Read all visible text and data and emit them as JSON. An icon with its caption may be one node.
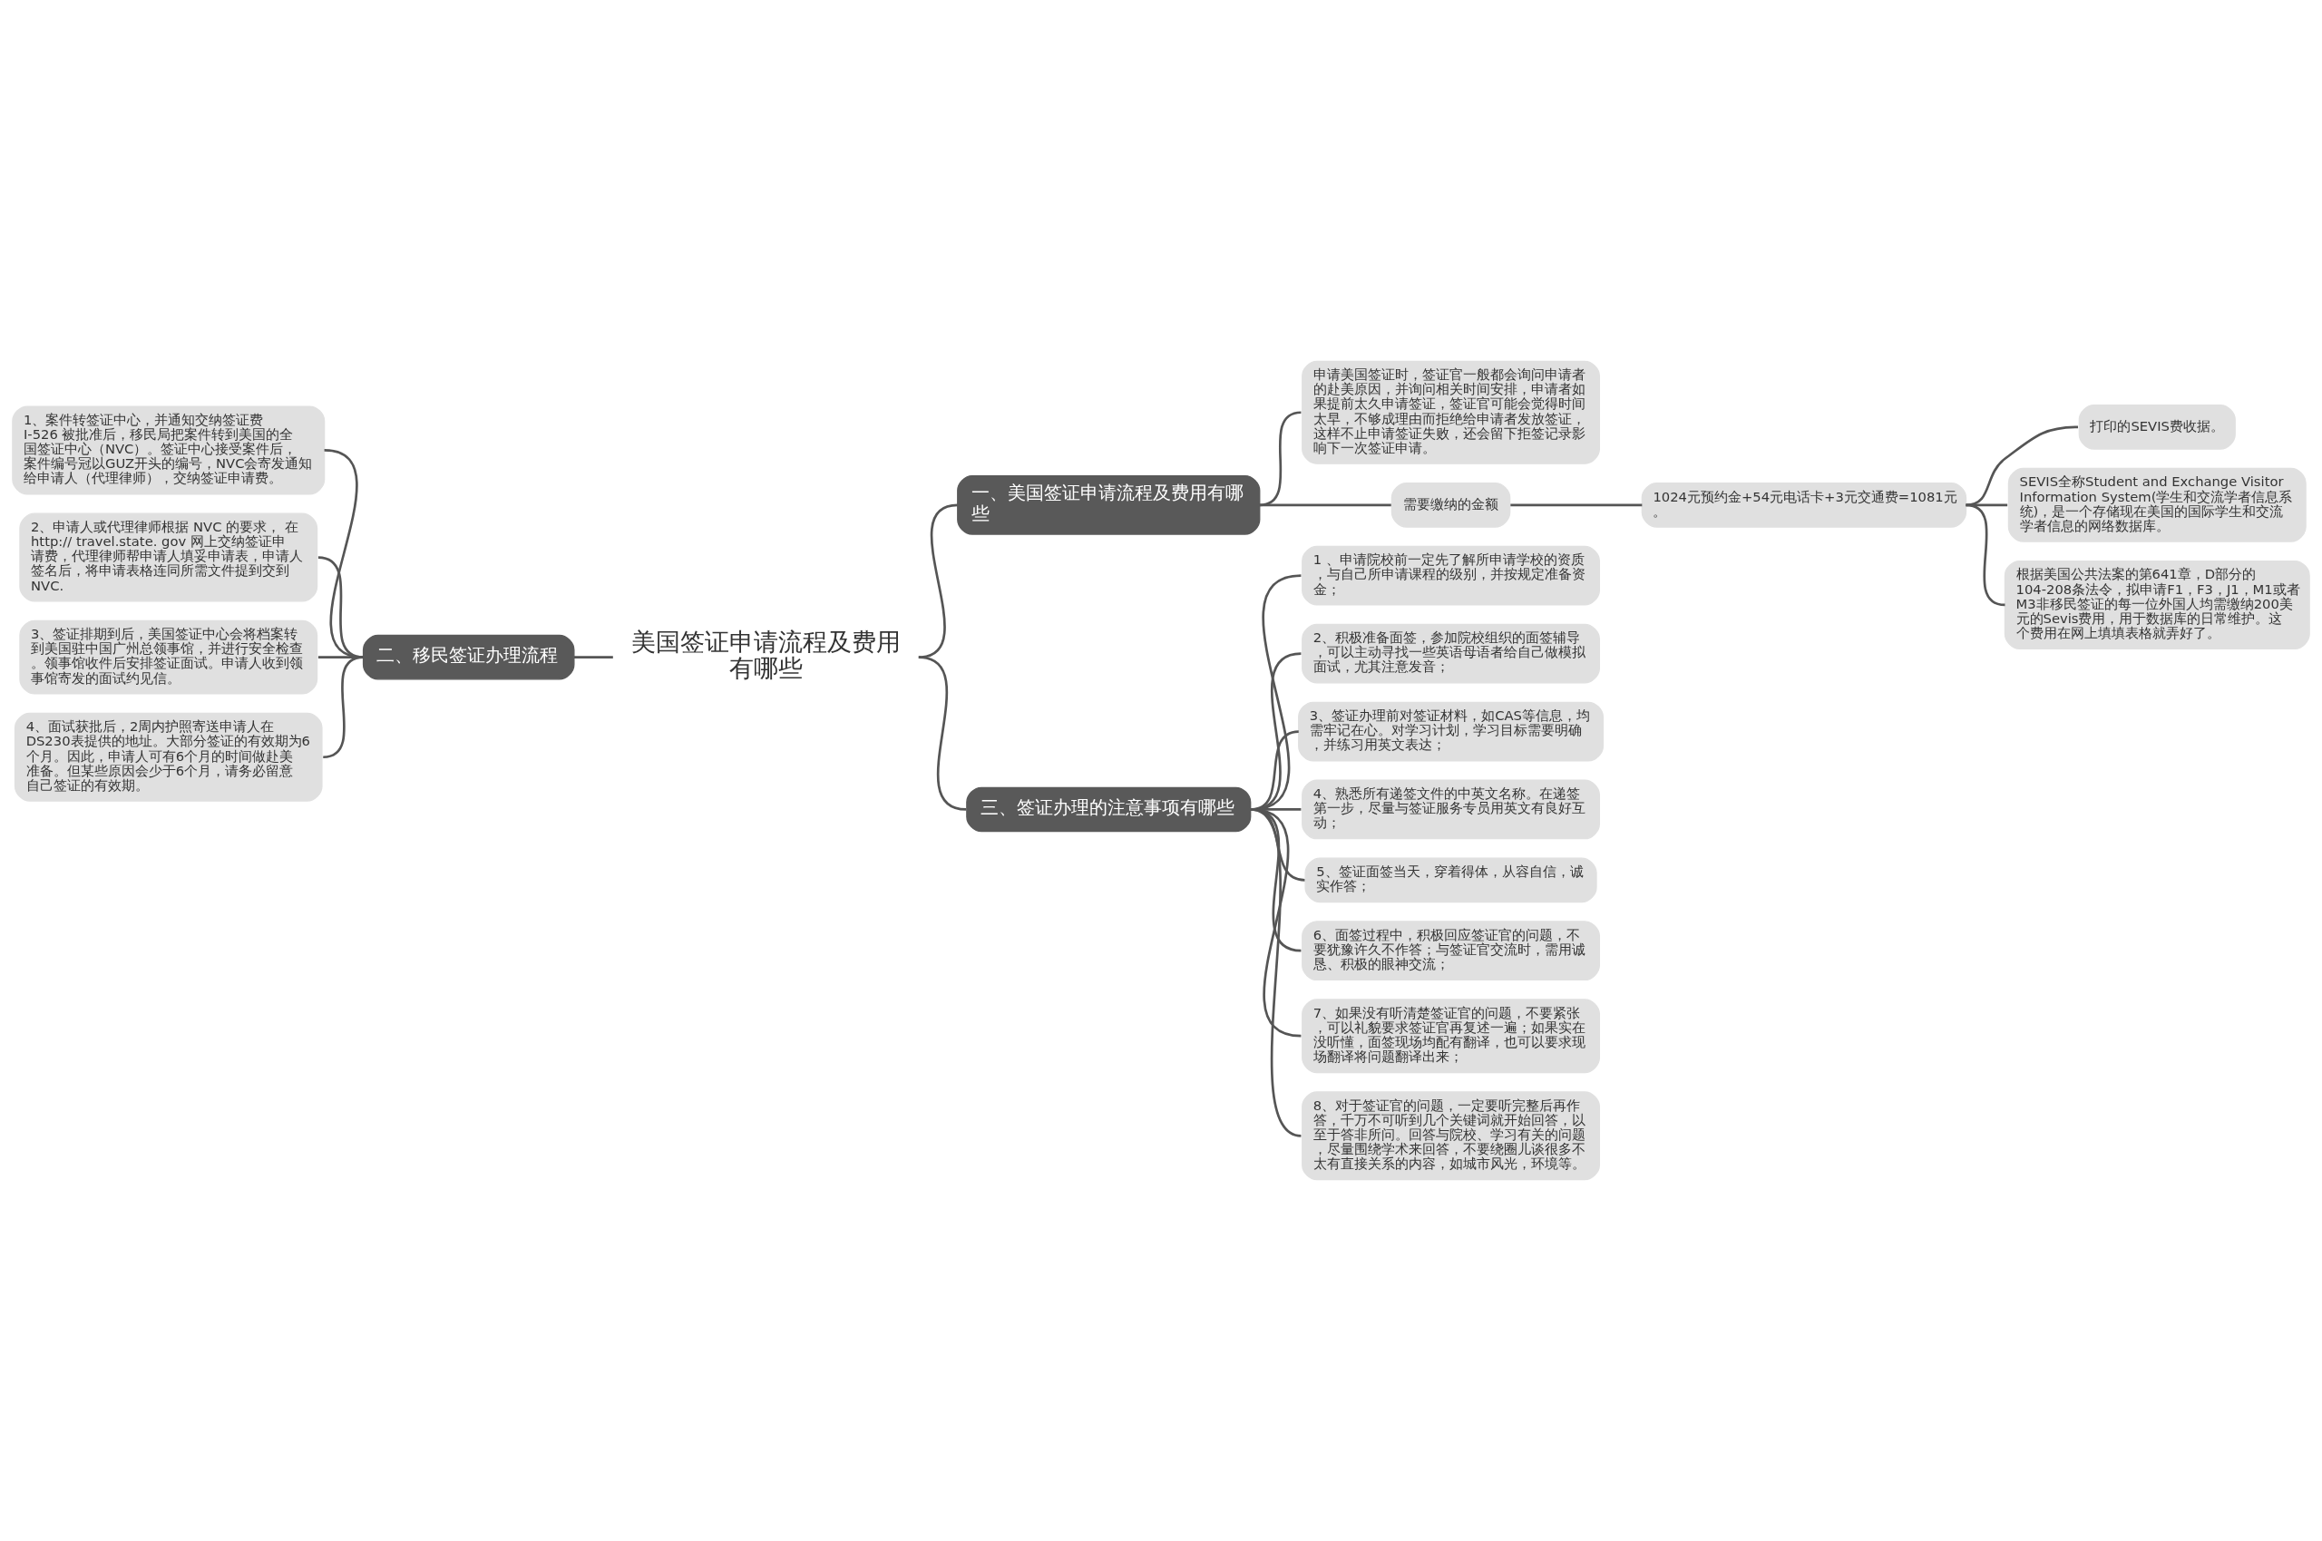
{
  "diagram": {
    "nodes": [
      {
        "text": [
          "美国签证申请流程及费用有哪些"
        ]
      },
      {
        "text": [
          "一、美国签证申请流程及费用有哪些"
        ]
      },
      {
        "text": [
          "申请美国签证时，签证官一般都会询问申请者的赴美原因，并询问相关时间安排，申请者如果提前太久申请签证，签证官可能会觉得时间太早，不够成理由而拒绝给申请者发放签证，这样不止申请签证失败，还会留下拒签记录影响下一次签证申请。"
        ]
      },
      {
        "text": [
          "需要缴纳的金额"
        ]
      },
      {
        "text": [
          "1024元预约金+54元电话卡+3元交通费=1081元。"
        ]
      },
      {
        "text": [
          "打印的SEVIS费收据。"
        ]
      },
      {
        "text": [
          "SEVIS全称Student and Exchange Visitor Information System(学生和交流学者信息系统)，是一个存储现在美国的国际学生和交流学者信息的网络数据库。"
        ]
      },
      {
        "text": [
          "根据美国公共法案的第641章，D部分的104-208条法令，拟申请F1，F3，J1，M1或者M3非移民签证的每一位外国人均需缴纳200美元的Sevis费用，用于数据库的日常维护。这个费用在网上填填表格就弄好了。"
        ]
      },
      {
        "text": [
          "二、移民签证办理流程"
        ]
      },
      {
        "text": [
          "1、案件转签证中心，并通知交纳签证费 I-526 被批准后，移民局把案件转到美国的全国签证中心（NVC）。签证中心接受案件后，案件编号冠以GUZ开头的编号，NVC会寄发通知给申请人（代理律师），交纳签证申请费。"
        ]
      },
      {
        "text": [
          "2、申请人或代理律师根据 NVC 的要求， 在http:// travel.state. gov 网上交纳签证申请费，代理律师帮申请人填妥申请表，申请人签名后，将申请表格连同所需文件提到交到 NVC."
        ]
      },
      {
        "text": [
          "3、签证排期到后，美国签证中心会将档案转到美国驻中国广州总领事馆，并进行安全检查。领事馆收件后安排签证面试。申请人收到领事馆寄发的面试约见信。"
        ]
      },
      {
        "text": [
          "4、面试获批后，2周内护照寄送申请人在 DS230表提供的地址。大部分签证的有效期为6个月。因此，申请人可有6个月的时间做赴美准备。但某些原因会少于6个月，请务必留意自己签证的有效期。"
        ]
      },
      {
        "text": [
          "三、签证办理的注意事项有哪些"
        ]
      },
      {
        "text": [
          "1 、申请院校前一定先了解所申请学校的资质，与自己所申请课程的级别，并按规定准备资金；"
        ]
      },
      {
        "text": [
          "2、积极准备面签，参加院校组织的面签辅导，可以主动寻找一些英语母语者给自己做模拟面试，尤其注意发音；"
        ]
      },
      {
        "text": [
          "3、签证办理前对签证材料，如CAS等信息，均需牢记在心。对学习计划，学习目标需要明确，并练习用英文表达；"
        ]
      },
      {
        "text": [
          "4、熟悉所有递签文件的中英文名称。在递签第一步，尽量与签证服务专员用英文有良好互动；"
        ]
      },
      {
        "text": [
          "5、签证面签当天，穿着得体，从容自信，诚实作答；"
        ]
      },
      {
        "text": [
          "6、面签过程中，积极回应签证官的问题，不要犹豫许久不作答；与签证官交流时，需用诚恳、积极的眼神交流；"
        ]
      },
      {
        "text": [
          "7、如果没有听清楚签证官的问题，不要紧张，可以礼貌要求签证官再复述一遍；如果实在没听懂，面签现场均配有翻译，也可以要求现场翻译将问题翻译出来；"
        ]
      },
      {
        "text": [
          "8、对于签证官的问题，一定要听完整后再作答，千万不可听到几个关键词就开始回答，以至于答非所问。回答与院校、学习有关的问题，尽量围绕学术来回答，不要绕圈儿谈很多不太有直接关系的内容，如城市风光，环境等。"
        ]
      }
    ],
    "edges": [
      {
        "from": 0,
        "to": 1,
        "arrow": "none"
      },
      {
        "from": 1,
        "to": 2,
        "arrow": "none"
      },
      {
        "from": 1,
        "to": 3,
        "arrow": "none"
      },
      {
        "from": 3,
        "to": 4,
        "arrow": "none"
      },
      {
        "from": 4,
        "to": 5,
        "arrow": "none"
      },
      {
        "from": 4,
        "to": 6,
        "arrow": "none"
      },
      {
        "from": 4,
        "to": 7,
        "arrow": "none"
      },
      {
        "from": 0,
        "to": 8,
        "arrow": "none"
      },
      {
        "from": 8,
        "to": 9,
        "arrow": "none"
      },
      {
        "from": 8,
        "to": 10,
        "arrow": "none"
      },
      {
        "from": 8,
        "to": 11,
        "arrow": "none"
      },
      {
        "from": 8,
        "to": 12,
        "arrow": "none"
      },
      {
        "from": 0,
        "to": 13,
        "arrow": "none"
      },
      {
        "from": 13,
        "to": 14,
        "arrow": "none"
      },
      {
        "from": 13,
        "to": 15,
        "arrow": "none"
      },
      {
        "from": 13,
        "to": 16,
        "arrow": "none"
      },
      {
        "from": 13,
        "to": 17,
        "arrow": "none"
      },
      {
        "from": 13,
        "to": 18,
        "arrow": "none"
      },
      {
        "from": 13,
        "to": 19,
        "arrow": "none"
      },
      {
        "from": 13,
        "to": 20,
        "arrow": "none"
      },
      {
        "from": 13,
        "to": 21,
        "arrow": "none"
      }
    ]
  }
}
